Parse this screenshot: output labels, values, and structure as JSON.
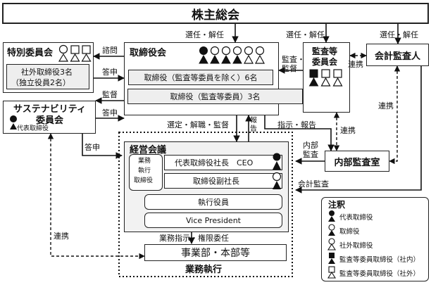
{
  "shareholders_meeting": "株主総会",
  "edges": {
    "appoint_dismiss_1": "選任・解任",
    "appoint_dismiss_2": "選任・解任",
    "appoint_dismiss_3": "選任・解任",
    "consult": "諮問",
    "report_answer_1": "答申",
    "supervise": "監督",
    "report_answer_2": "答申",
    "audit_supervise": "監査・\n監督",
    "cooperation_1": "連携",
    "cooperation_2": "連携",
    "cooperation_3": "連携",
    "cooperation_4": "連携",
    "select_dismiss_supervise": "選定・解職・監督",
    "report": "報告",
    "instruction_report": "指示・報告",
    "internal_audit": "内部\n監査",
    "accounting_audit": "会計監査",
    "report_answer_3": "答申",
    "business_instruction": "業務指示・権限委任"
  },
  "special_committee": {
    "title": "特別委員会",
    "members": "社外取締役3名",
    "independent": "（独立役員2名）"
  },
  "board": {
    "title": "取締役会",
    "directors": "取締役（監査等委員を除く）6名",
    "audit_directors": "取締役（監査等委員）3名"
  },
  "audit_committee": {
    "title_line1": "監査等",
    "title_line2": "委員会"
  },
  "auditor": {
    "title": "会計監査人"
  },
  "sustainability": {
    "title_line1": "サステナビリティ",
    "title_line2": "委員会",
    "rep": "代表取締役"
  },
  "management": {
    "title": "経営会議",
    "exec_line1": "業務",
    "exec_line2": "執行",
    "exec_line3": "取締役",
    "ceo": "代表取締役社長　CEO",
    "vp": "取締役副社長",
    "officers": "執行役員",
    "vice_president": "Vice President"
  },
  "internal_audit_office": "内部監査室",
  "divisions": "事業部・本部等",
  "execution": "業務執行",
  "legend": {
    "title": "注釈",
    "items": [
      "代表取締役",
      "取締役",
      "社外取締役",
      "監査等委員取締役（社内）",
      "監査等委員取締役（社外）"
    ]
  }
}
